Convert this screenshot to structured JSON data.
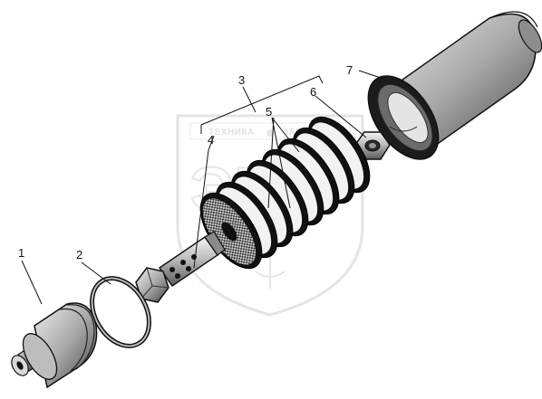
{
  "diagram": {
    "watermark": {
      "left_word": "ТЕХНИКА",
      "right_word": "ЗАПЧАСТИ",
      "logo_letters": "ЭР"
    },
    "callouts": [
      {
        "id": "1",
        "text": "1"
      },
      {
        "id": "2",
        "text": "2"
      },
      {
        "id": "3",
        "text": "3"
      },
      {
        "id": "4",
        "text": "4"
      },
      {
        "id": "5",
        "text": "5"
      },
      {
        "id": "6",
        "text": "6"
      },
      {
        "id": "7",
        "text": "7"
      }
    ]
  }
}
